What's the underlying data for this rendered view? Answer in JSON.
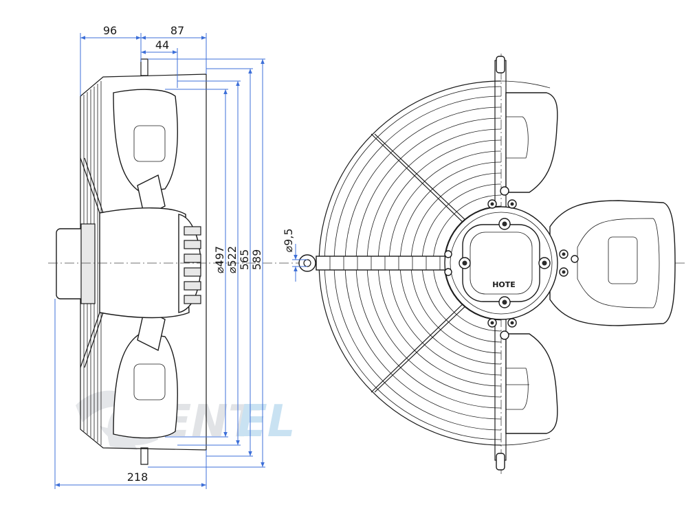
{
  "dimensions": {
    "d96": "96",
    "d87": "87",
    "d44": "44",
    "d218": "218",
    "d497": "⌀497",
    "d522": "⌀522",
    "d565": "565",
    "d589": "589",
    "d9_5": "⌀9,5"
  },
  "motor_label": "HOTE",
  "watermark": {
    "dark_part": "VENT",
    "blue_part": "EL",
    "colors": {
      "dark": "#c9cdd2",
      "blue": "#9ecbe8"
    }
  },
  "colors": {
    "line": "#1a1a1a",
    "dimension": "#3d6fd8"
  }
}
